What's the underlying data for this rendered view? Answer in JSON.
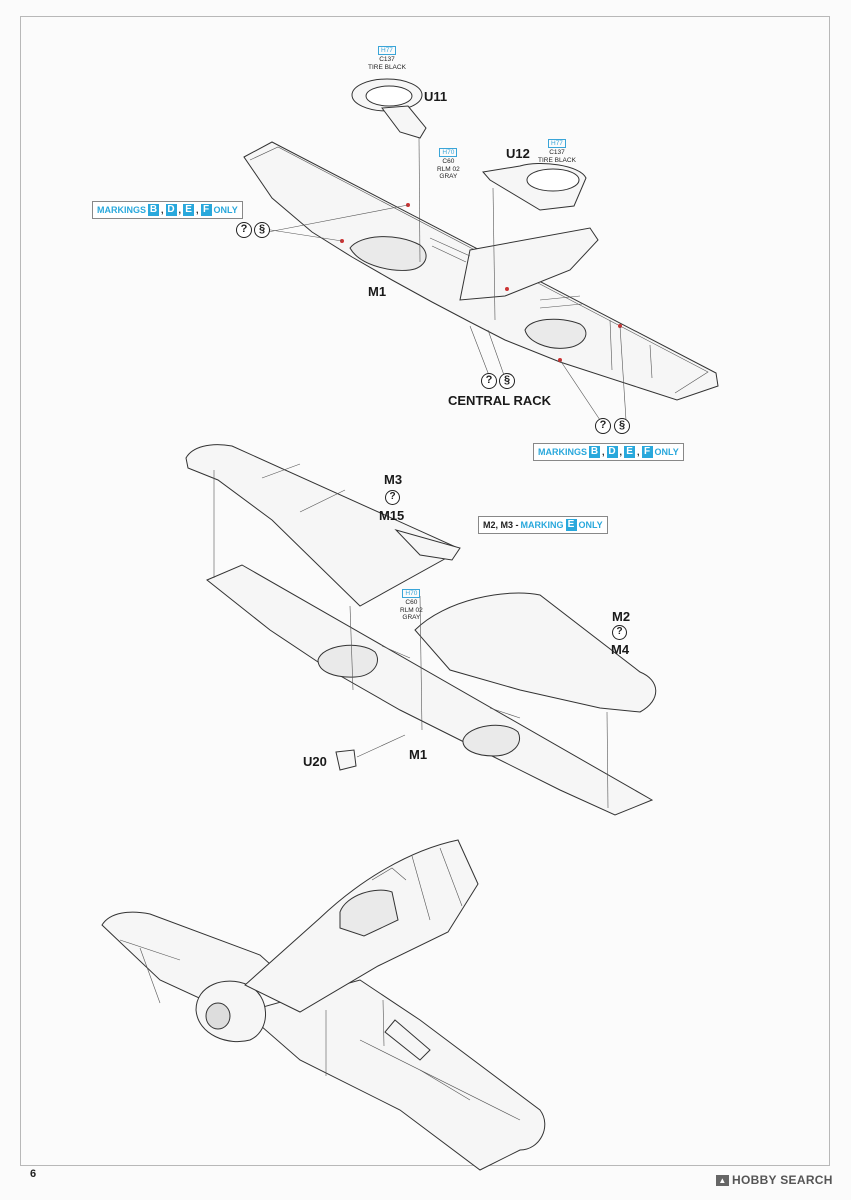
{
  "page": {
    "number": "6"
  },
  "watermark": {
    "text": "HOBBY SEARCH",
    "icon": "hobby-search-logo-icon"
  },
  "step1": {
    "parts": {
      "u11": "U11",
      "u12": "U12",
      "m1": "M1"
    },
    "paint_u11": {
      "code": "H77",
      "line1": "C137",
      "line2": "TIRE BLACK"
    },
    "paint_u12": {
      "code": "H77",
      "line1": "C137",
      "line2": "TIRE BLACK"
    },
    "paint_gray": {
      "code": "H70",
      "line1": "C60",
      "line2": "RLM 02",
      "line3": "GRAY"
    },
    "markings_left": {
      "prefix": "MARKINGS",
      "letters": [
        "B",
        "D",
        "E",
        "F"
      ],
      "suffix": "ONLY"
    },
    "markings_right": {
      "prefix": "MARKINGS",
      "letters": [
        "B",
        "D",
        "E",
        "F"
      ],
      "suffix": "ONLY"
    },
    "central_rack": "CENTRAL RACK",
    "symbols": {
      "q": "?",
      "s": "§"
    }
  },
  "step2": {
    "parts": {
      "m3": "M3",
      "m15": "M15",
      "m2": "M2",
      "m4": "M4",
      "m1": "M1",
      "u20": "U20"
    },
    "paint_gray": {
      "code": "H70",
      "line1": "C60",
      "line2": "RLM 02",
      "line3": "GRAY"
    },
    "marking_note": {
      "prefix": "M2, M3 -",
      "mid": "MARKING",
      "letter": "E",
      "suffix": "ONLY"
    },
    "symbols": {
      "q": "?"
    }
  },
  "colors": {
    "accent": "#29a8dc",
    "line": "#333333"
  }
}
